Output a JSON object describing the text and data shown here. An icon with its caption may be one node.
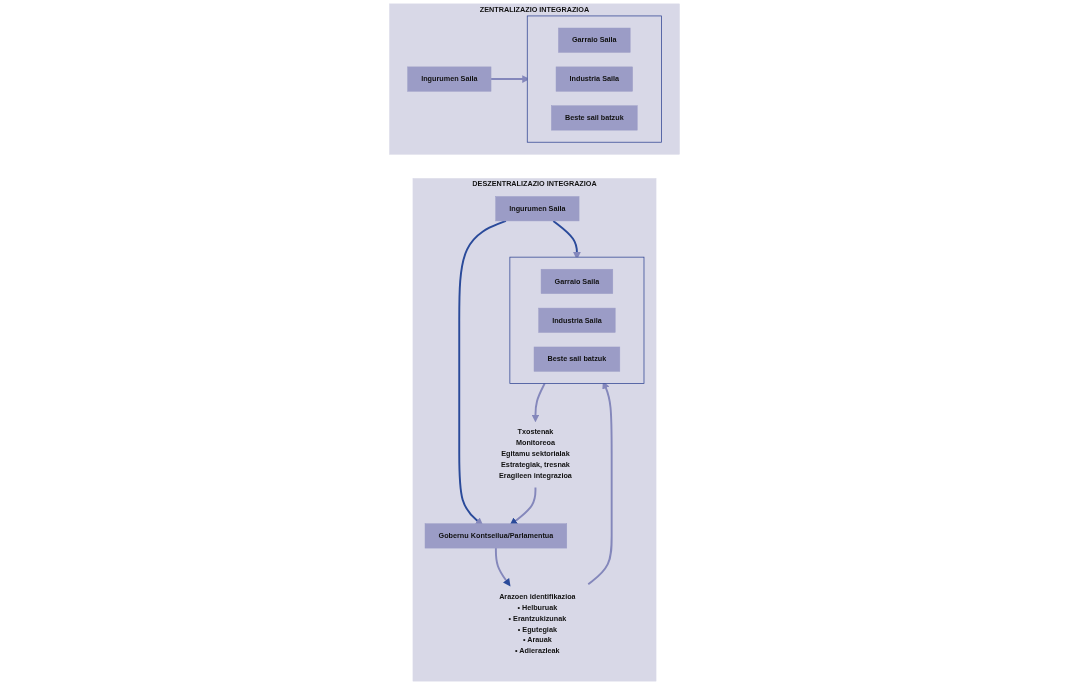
{
  "diagram": {
    "nodes": [
      {
        "text": [
          "ZENTRALIZAZIO INTEGRAZIOA"
        ]
      },
      {
        "text": [
          "Ingurumen Saila"
        ],
        "in": 0
      },
      {
        "text": [],
        "shape": "box",
        "in": 0
      },
      {
        "text": [
          "Garraio Saila"
        ],
        "in": 2
      },
      {
        "text": [
          "Industria Saila"
        ],
        "in": 2
      },
      {
        "text": [
          "Beste sail batzuk"
        ],
        "in": 2
      },
      {
        "text": [
          "DESZENTRALIZAZIO INTEGRAZIOA"
        ]
      },
      {
        "text": [
          "Ingurumen Saila"
        ],
        "in": 6
      },
      {
        "text": [
          "Gobernu Kontseilua/Parlamentua"
        ],
        "in": 6
      },
      {
        "text": [
          "Arazoen identifikazioa",
          "• Helburuak",
          "• Erantzukizunak",
          "• Egutegiak",
          "• Arauak",
          "• Adierazleak"
        ],
        "in": 6
      },
      {
        "text": [
          "Txostenak",
          "Monitoreoa",
          "Egitamu sektorialak",
          "Estrategiak, tresnak",
          "Eragileen integrazioa"
        ],
        "in": 6
      },
      {
        "text": [],
        "shape": "box",
        "in": 6
      },
      {
        "text": [
          "Garraio Saila"
        ],
        "in": 11
      },
      {
        "text": [
          "Industria Saila"
        ],
        "in": 11
      },
      {
        "text": [
          "Beste sail batzuk"
        ],
        "in": 11
      }
    ],
    "edges": [
      {
        "from": 1,
        "to": 2,
        "arrow": "to"
      },
      {
        "from": 7,
        "to": 8,
        "arrow": "to",
        "color": "#2a4a9a"
      },
      {
        "from": 7,
        "to": 11,
        "arrow": "to",
        "color": "#2a4a9a"
      },
      {
        "from": 8,
        "to": 9,
        "arrow": "to"
      },
      {
        "from": 9,
        "to": 11,
        "arrow": "to"
      },
      {
        "from": 11,
        "to": 10,
        "arrow": "to"
      },
      {
        "from": 10,
        "to": 8,
        "arrow": "to"
      }
    ]
  }
}
